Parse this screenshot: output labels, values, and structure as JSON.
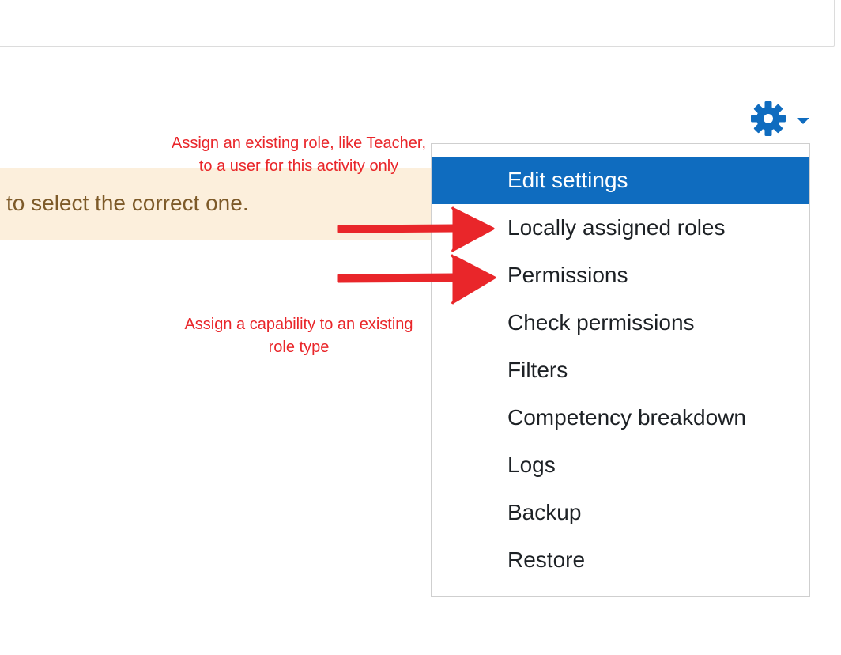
{
  "alert": {
    "text": "to select the correct one."
  },
  "settings_menu": {
    "trigger_icon": "gear-icon",
    "caret_icon": "caret-down-icon",
    "items": [
      {
        "label": "Edit settings",
        "active": true
      },
      {
        "label": "Locally assigned roles",
        "active": false
      },
      {
        "label": "Permissions",
        "active": false
      },
      {
        "label": "Check permissions",
        "active": false
      },
      {
        "label": "Filters",
        "active": false
      },
      {
        "label": "Competency breakdown",
        "active": false
      },
      {
        "label": "Logs",
        "active": false
      },
      {
        "label": "Backup",
        "active": false
      },
      {
        "label": "Restore",
        "active": false
      }
    ]
  },
  "annotations": {
    "roles_note": "Assign an existing role, like Teacher, to a user for this activity only",
    "permissions_note": "Assign a capability to an existing role type"
  },
  "colors": {
    "accent": "#0f6cbf",
    "annotation": "#e9262a",
    "alert_bg": "#fcefdc",
    "alert_text": "#7d5a29"
  }
}
